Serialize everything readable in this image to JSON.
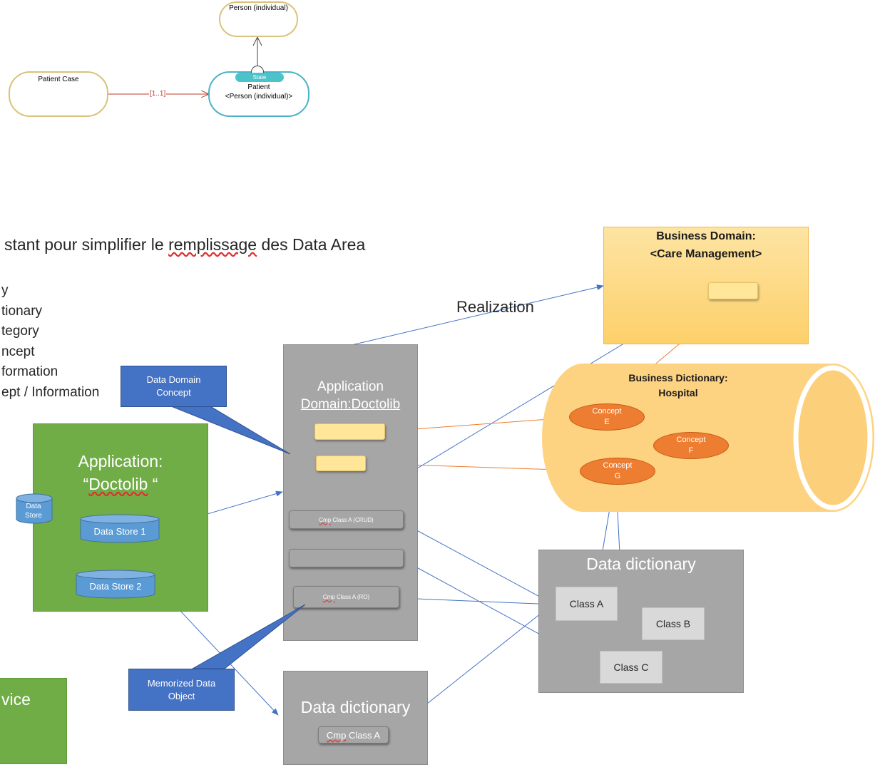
{
  "top_diagram": {
    "person_individual": "Person (individual)",
    "patient_case": "Patient Case",
    "multiplicity": "[1..1]",
    "state_tag": "State",
    "patient_name": "Patient",
    "patient_stereotype": "<Person (individual)>"
  },
  "slide_text": {
    "heading": "stant pour simplifier le ",
    "heading_underlined": "remplissage",
    "heading_rest": " des Data Area",
    "bullets": [
      "y",
      "tionary",
      "tegory",
      "ncept",
      "formation",
      "ept / Information"
    ],
    "realization": "Realization"
  },
  "business_domain": {
    "title_line1": "Business Domain:",
    "title_line2": "<Care Management>"
  },
  "business_dictionary": {
    "title_line1": "Business Dictionary:",
    "title_line2": "Hospital",
    "concepts": [
      {
        "line1": "Concept",
        "line2": "E"
      },
      {
        "line1": "Concept",
        "line2": "F"
      },
      {
        "line1": "Concept",
        "line2": "G"
      }
    ]
  },
  "application_domain": {
    "title_line1": "Application",
    "title_line2": "Domain:Doctolib",
    "cmp_crud_prefix": "Cmp",
    "cmp_crud_rest": " Class A (CRUD)",
    "cmp_ro_prefix": "Cmp",
    "cmp_ro_rest": " Class A (RO)"
  },
  "callouts": {
    "data_domain_concept": "Data Domain Concept",
    "memorized_data_object": "Memorized Data Object"
  },
  "application": {
    "title_line1": "Application:",
    "title_line2_prefix": "“",
    "title_line2_word": "Doctolib",
    "title_line2_suffix": " “",
    "data_store_small": "Data Store",
    "data_store_1": "Data Store 1",
    "data_store_2": "Data Store 2"
  },
  "service_panel": {
    "partial_label": "vice"
  },
  "data_dictionary_bottom": {
    "title": "Data dictionary",
    "cmp_prefix": "Cmp",
    "cmp_rest": " Class A"
  },
  "data_dictionary_right": {
    "title": "Data dictionary",
    "classes": [
      "Class A",
      "Class B",
      "Class C"
    ]
  },
  "colors": {
    "blue_arrow": "#4472c4",
    "orange_arrow": "#ed7d31",
    "red_line": "#c0392b",
    "green_panel": "#70ad47",
    "gray_panel": "#a6a6a6",
    "concept_fill": "#ed7d31"
  }
}
